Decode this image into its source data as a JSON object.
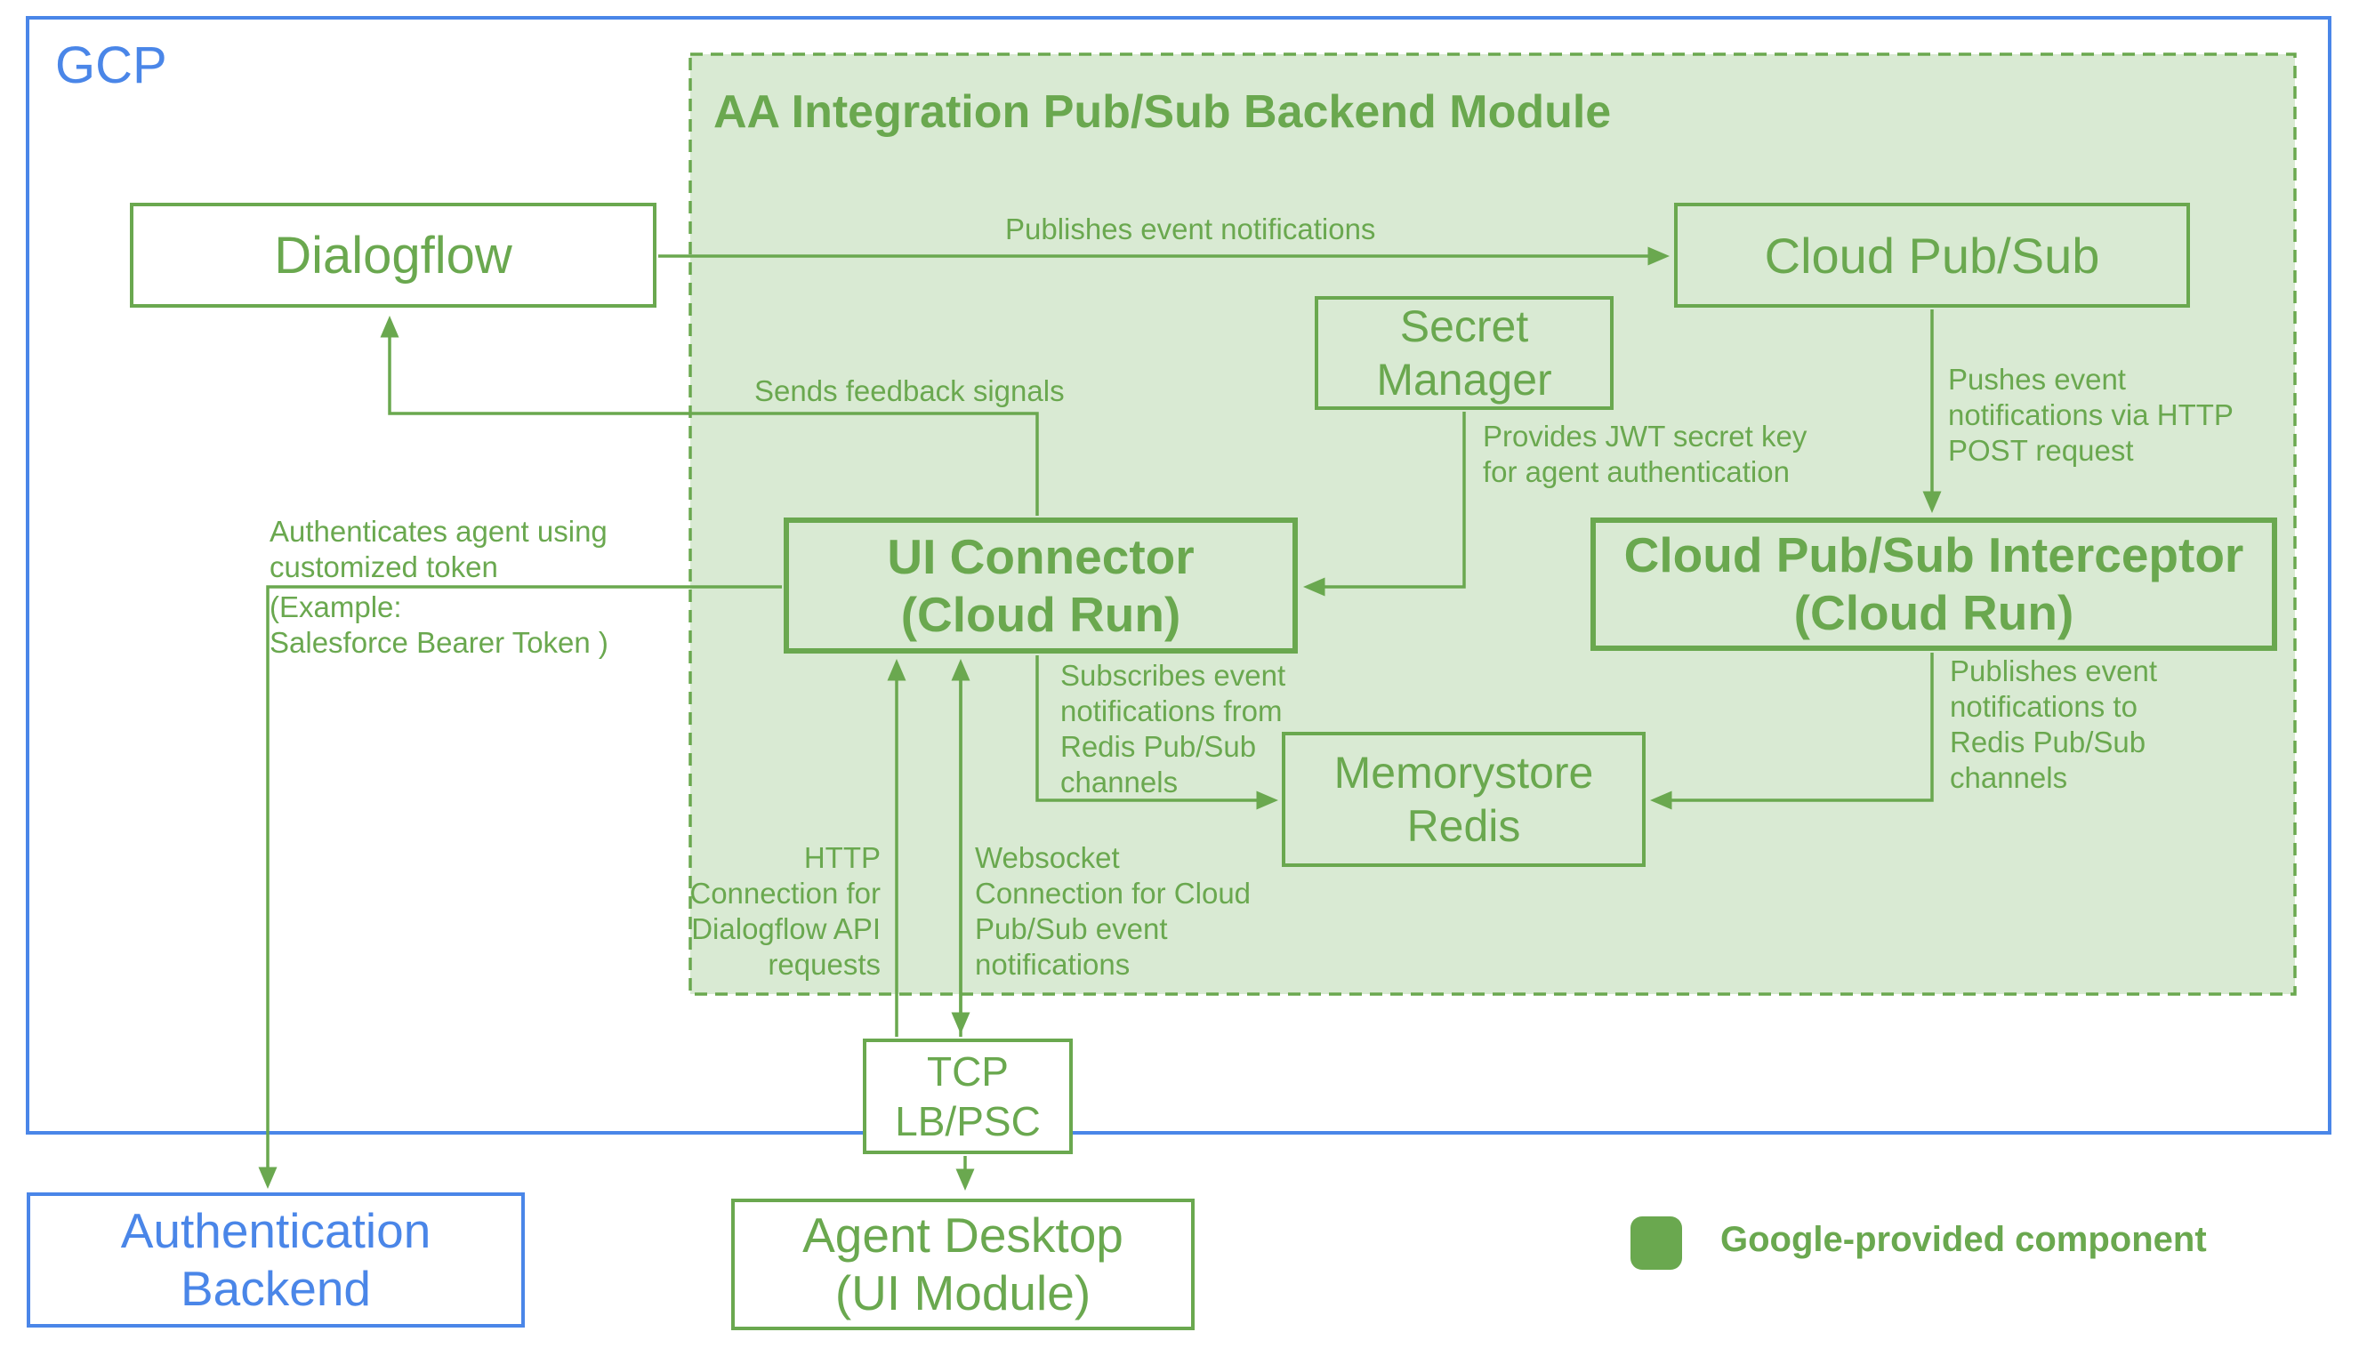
{
  "colors": {
    "green": "#6aa84f",
    "light_green_fill": "#d9ead3",
    "blue": "#4a86e8",
    "white": "#ffffff"
  },
  "gcp": {
    "label": "GCP"
  },
  "module": {
    "title": "AA Integration Pub/Sub Backend Module"
  },
  "nodes": {
    "dialogflow": {
      "label": "Dialogflow"
    },
    "cloud_pubsub": {
      "label": "Cloud Pub/Sub"
    },
    "secret_manager": {
      "label": "Secret\nManager"
    },
    "ui_connector": {
      "label": "UI Connector\n(Cloud Run)"
    },
    "interceptor": {
      "label": "Cloud Pub/Sub Interceptor\n(Cloud Run)"
    },
    "memorystore": {
      "label": "Memorystore\nRedis"
    },
    "tcp_lb": {
      "label": "TCP\nLB/PSC"
    },
    "agent_desktop": {
      "label": "Agent Desktop\n(UI Module)"
    },
    "auth_backend": {
      "label": "Authentication\nBackend"
    }
  },
  "edges": {
    "publishes": "Publishes event notifications",
    "pushes": "Pushes event\nnotifications via HTTP\nPOST request",
    "provides": "Provides JWT secret key\nfor agent authentication",
    "feedback": "Sends feedback signals",
    "auth_top": "Authenticates agent using\ncustomized token",
    "auth_bottom": "(Example:\nSalesforce Bearer Token )",
    "subscribes": "Subscribes event\nnotifications from\nRedis Pub/Sub\nchannels",
    "publishes_redis": "Publishes event\nnotifications to\nRedis Pub/Sub\nchannels",
    "http": "HTTP\nConnection for\nDialogflow API\nrequests",
    "websocket": "Websocket\nConnection for Cloud\nPub/Sub event\nnotifications"
  },
  "legend": {
    "label": "Google-provided component"
  }
}
